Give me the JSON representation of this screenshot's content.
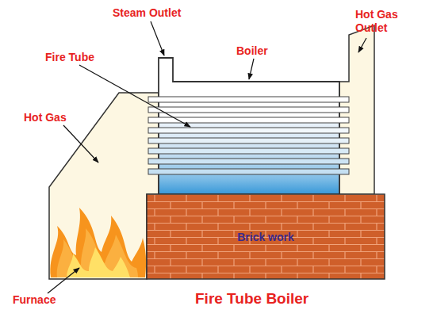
{
  "diagram": {
    "title": "Fire Tube Boiler",
    "nodes": [
      {
        "text": [
          "Brick work"
        ]
      }
    ],
    "labels": [
      "Steam Outlet",
      "Boiler",
      "Hot Gas Outlet",
      "Fire Tube",
      "Hot Gas",
      "Furnace"
    ]
  }
}
